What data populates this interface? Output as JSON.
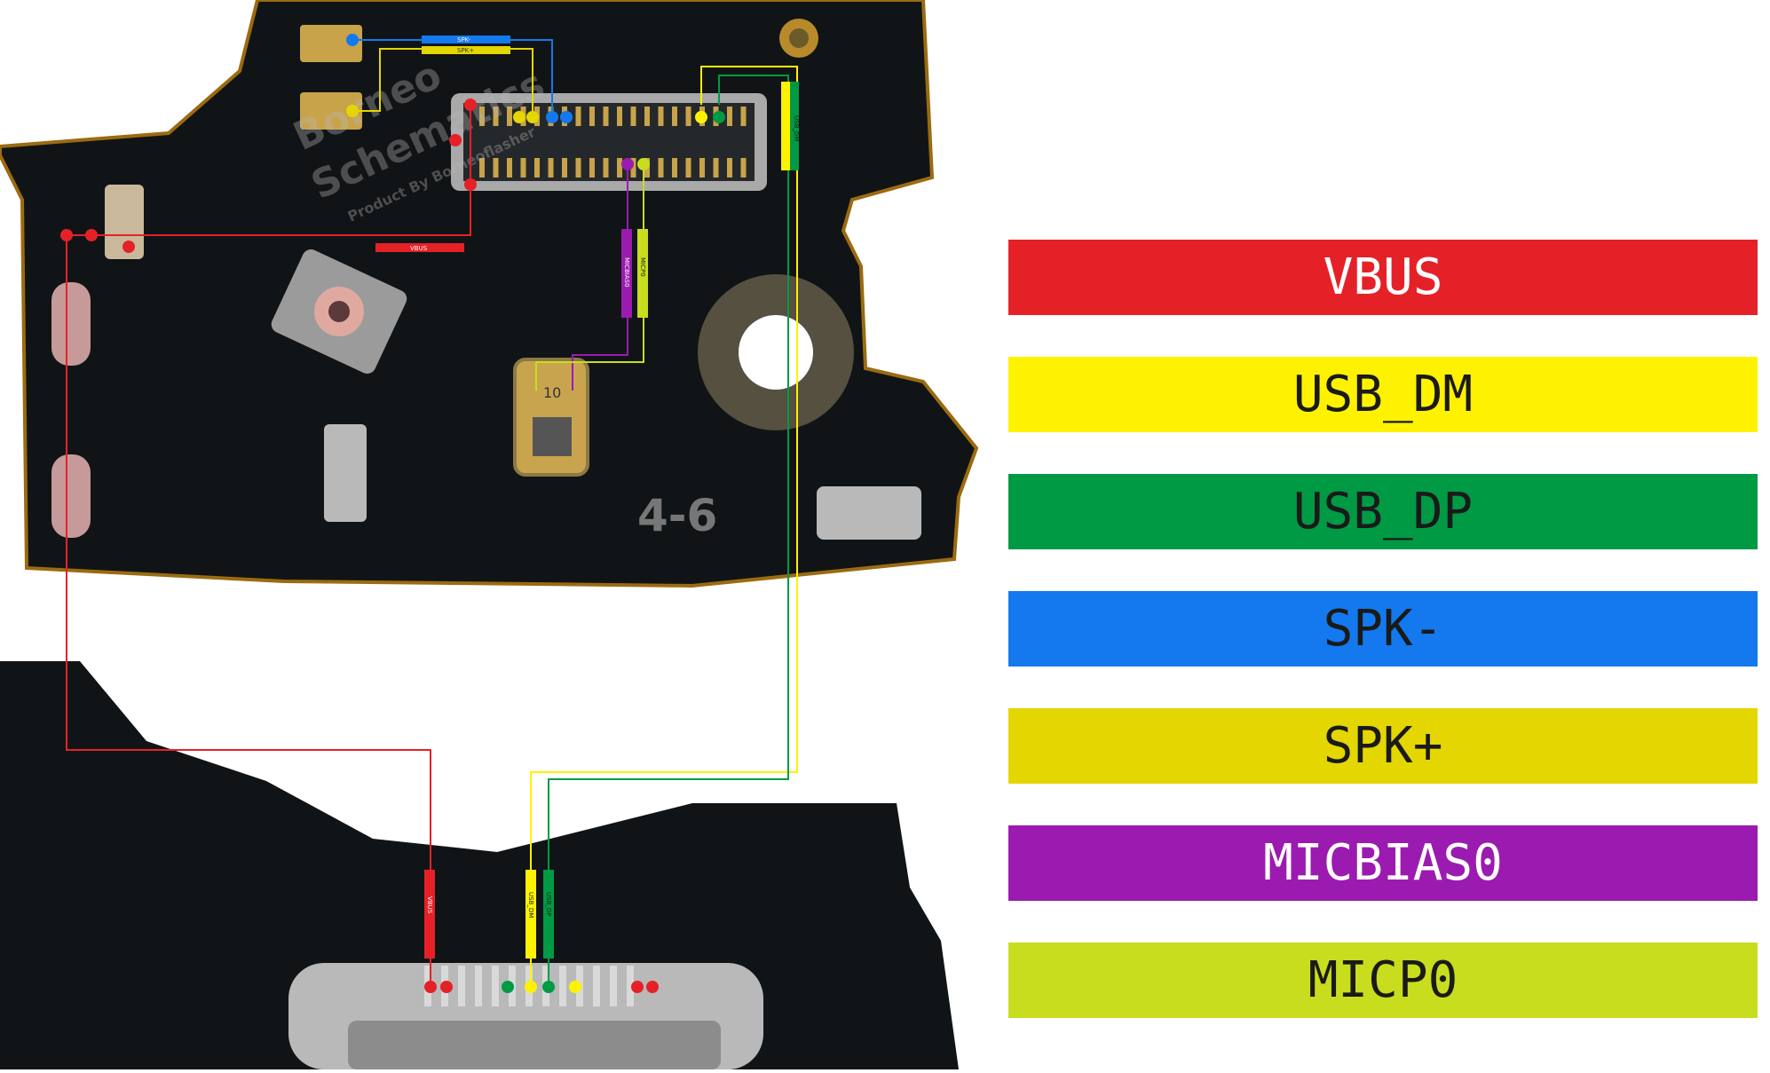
{
  "legend": [
    {
      "label": "VBUS",
      "color": "#e52128",
      "text_color": "#ffffff"
    },
    {
      "label": "USB_DM",
      "color": "#fff200",
      "text_color": "#1a1a1a"
    },
    {
      "label": "USB_DP",
      "color": "#009a44",
      "text_color": "#1a1a1a"
    },
    {
      "label": "SPK-",
      "color": "#1479ee",
      "text_color": "#1a1a1a"
    },
    {
      "label": "SPK+",
      "color": "#e4d600",
      "text_color": "#1a1a1a"
    },
    {
      "label": "MICBIAS0",
      "color": "#9b1bb0",
      "text_color": "#ffffff"
    },
    {
      "label": "MICP0",
      "color": "#c8dd1e",
      "text_color": "#1a1a1a"
    }
  ],
  "board_labels": {
    "vbus_top": "VBUS",
    "spk_minus": "SPK-",
    "spk_plus": "SPK+",
    "usb_dm_top": "USB_DM",
    "micbias0": "MICBIAS0",
    "micp0": "MICP0",
    "vbus_bottom": "VBUS",
    "usb_dm_bottom": "USB_DM",
    "usb_dp_bottom": "USB_DP",
    "silkscreen": "4-6",
    "mic_code": "10"
  },
  "watermark": {
    "brand1": "Borneo",
    "brand2": "Schematics",
    "tagline": "Product By Borneoflasher"
  }
}
